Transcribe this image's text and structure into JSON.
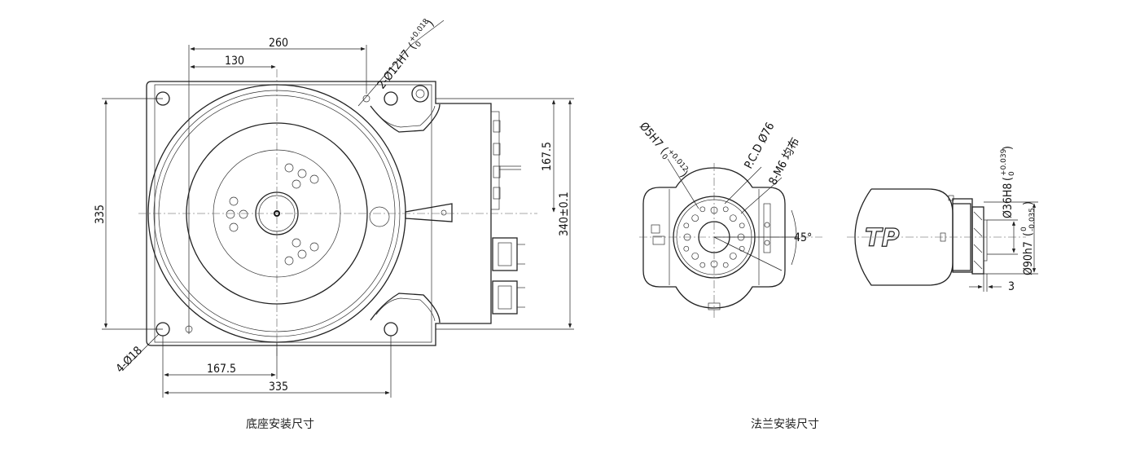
{
  "captions": {
    "base": "底座安装尺寸",
    "flange": "法兰安装尺寸"
  },
  "base_view": {
    "dim_260": "260",
    "dim_130": "130",
    "dim_pin_hole": "2-Ø12H7",
    "dim_pin_tol_upper": "+0.018",
    "dim_pin_tol_lower": "0",
    "dim_335_vertical": "335",
    "dim_167_5_right": "167.5",
    "dim_340": "340±0.1",
    "dim_mount_holes": "4-Ø18",
    "dim_167_5_bottom": "167.5",
    "dim_335_bottom": "335"
  },
  "flange_view": {
    "dim_pin_hole": "Ø5H7",
    "dim_pin_tol_upper": "+0.012",
    "dim_pin_tol_lower": "0",
    "dim_pcd": "P.C.D Ø76",
    "dim_thread": "8-M6 均布",
    "dim_angle": "45°"
  },
  "side_view": {
    "logo_text": "TP",
    "dim_bore": "Ø36H8",
    "dim_bore_tol_upper": "+0.039",
    "dim_bore_tol_lower": "0",
    "dim_outer": "Ø90h7",
    "dim_outer_tol_upper": "0",
    "dim_outer_tol_lower": "-0.035",
    "dim_depth": "3"
  }
}
